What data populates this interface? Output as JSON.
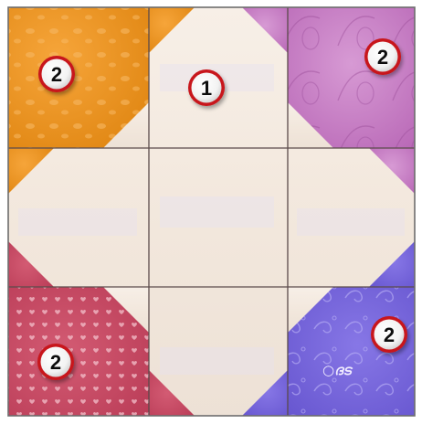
{
  "title": "",
  "palette": {
    "orange": "#f0941d",
    "magenta": "#c97ac6",
    "red": "#c94a63",
    "blue": "#7867da",
    "cream": "#f4eadf",
    "badge_ring": "#c8141a"
  },
  "badges": {
    "top_left": "2",
    "top_center": "1",
    "top_right": "2",
    "bottom_left": "2",
    "bottom_right": "2"
  },
  "signature": "○ദട"
}
